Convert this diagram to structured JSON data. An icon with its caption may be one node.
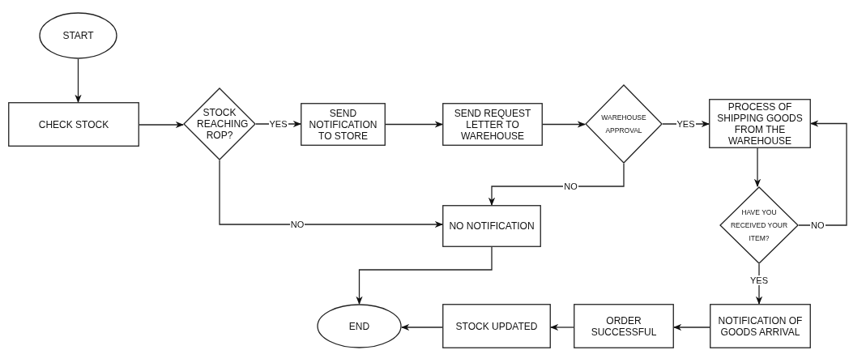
{
  "diagram": {
    "nodes": [
      {
        "text": [
          "START"
        ]
      },
      {
        "text": [
          "CHECK STOCK"
        ]
      },
      {
        "text": [
          "STOCK REACHING ROP?"
        ]
      },
      {
        "text": [
          "SEND NOTIFICATION TO STORE"
        ]
      },
      {
        "text": [
          "SEND REQUEST LETTER TO WAREHOUSE"
        ]
      },
      {
        "text": [
          "WAREHOUSE APPROVAL"
        ]
      },
      {
        "text": [
          "PROCESS OF SHIPPING GOODS FROM THE WAREHOUSE"
        ]
      },
      {
        "text": [
          "HAVE YOU RECEIVED YOUR ITEM?"
        ]
      },
      {
        "text": [
          "NO NOTIFICATION"
        ]
      },
      {
        "text": [
          "NOTIFICATION OF GOODS ARRIVAL"
        ]
      },
      {
        "text": [
          "ORDER SUCCESSFUL"
        ]
      },
      {
        "text": [
          "STOCK UPDATED"
        ]
      },
      {
        "text": [
          "END"
        ]
      }
    ],
    "edges": [
      {
        "from": 0,
        "to": 1,
        "arrow": "to"
      },
      {
        "from": 1,
        "to": 2,
        "arrow": "to"
      },
      {
        "from": 2,
        "to": 3,
        "arrow": "to",
        "label": "YES"
      },
      {
        "from": 3,
        "to": 4,
        "arrow": "to"
      },
      {
        "from": 4,
        "to": 5,
        "arrow": "to"
      },
      {
        "from": 5,
        "to": 6,
        "arrow": "to",
        "label": "YES"
      },
      {
        "from": 5,
        "to": 8,
        "arrow": "to",
        "label": "NO"
      },
      {
        "from": 2,
        "to": 8,
        "arrow": "to",
        "label": "NO"
      },
      {
        "from": 6,
        "to": 7,
        "arrow": "to"
      },
      {
        "from": 7,
        "to": 6,
        "arrow": "to",
        "label": "NO"
      },
      {
        "from": 7,
        "to": 9,
        "arrow": "to",
        "label": "YES"
      },
      {
        "from": 9,
        "to": 10,
        "arrow": "to"
      },
      {
        "from": 10,
        "to": 11,
        "arrow": "to"
      },
      {
        "from": 11,
        "to": 12,
        "arrow": "to"
      },
      {
        "from": 8,
        "to": 12,
        "arrow": "to"
      }
    ]
  }
}
